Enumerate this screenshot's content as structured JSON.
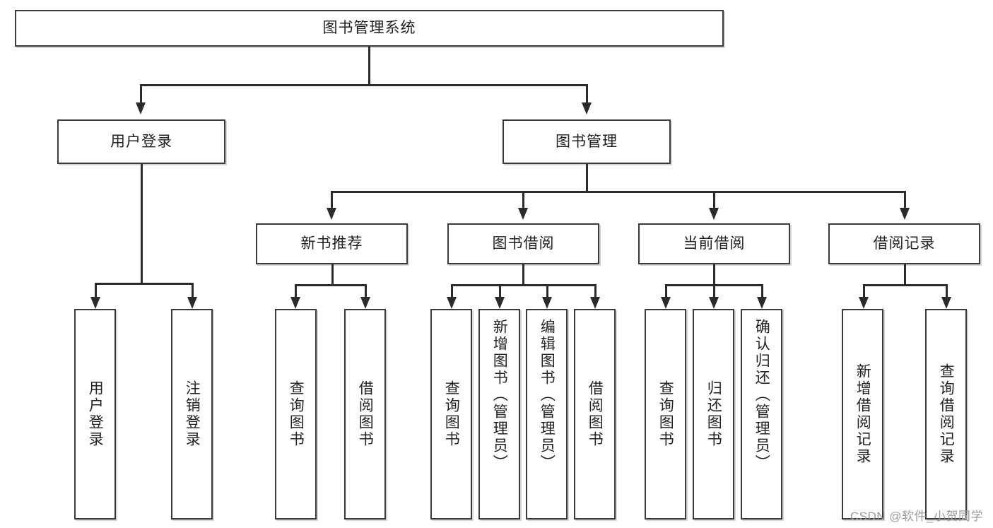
{
  "diagram": {
    "type": "tree-hierarchy-chart",
    "title": "图书管理系统",
    "watermark": "CSDN @软件_小贺同学",
    "colors": {
      "box_border": "#3a3a3a",
      "connector": "#2b2b2b",
      "background": "#ffffff",
      "text": "#222222",
      "watermark": "#9b9b9b"
    },
    "root": {
      "label": "图书管理系统"
    },
    "level2": [
      {
        "label": "用户登录"
      },
      {
        "label": "图书管理"
      }
    ],
    "level3": [
      {
        "label": "新书推荐"
      },
      {
        "label": "图书借阅"
      },
      {
        "label": "当前借阅"
      },
      {
        "label": "借阅记录"
      }
    ],
    "leaves": {
      "user_login": [
        {
          "label": "用户登录"
        },
        {
          "label": "注销登录"
        }
      ],
      "new_book": [
        {
          "label": "查询图书"
        },
        {
          "label": "借阅图书"
        }
      ],
      "book_borrow": [
        {
          "label": "查询图书"
        },
        {
          "label": "新增图书（管理员）"
        },
        {
          "label": "编辑图书（管理员）"
        },
        {
          "label": "借阅图书"
        }
      ],
      "current_borrow": [
        {
          "label": "查询图书"
        },
        {
          "label": "归还图书"
        },
        {
          "label": "确认归还（管理员）"
        }
      ],
      "borrow_record": [
        {
          "label": "新增借阅记录"
        },
        {
          "label": "查询借阅记录"
        }
      ]
    }
  }
}
